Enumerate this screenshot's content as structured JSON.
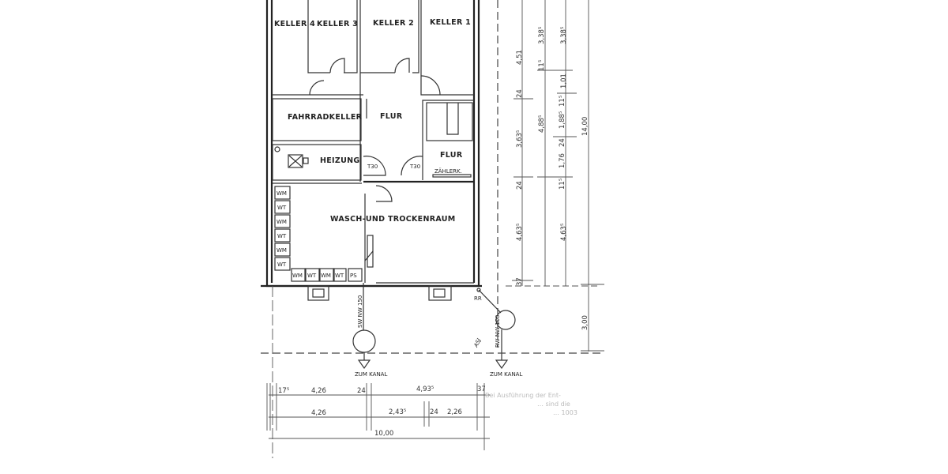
{
  "rooms": {
    "keller4": "KELLER 4",
    "keller3": "KELLER 3",
    "keller2": "KELLER 2",
    "keller1": "KELLER 1",
    "fahrradkeller": "FAHRRADKELLER",
    "flur_main": "FLUR",
    "heizung": "HEIZUNG",
    "flur_right": "FLUR",
    "zaehlerk": "ZÄHLERK.",
    "wasch": "WASCH-UND TROCKENRAUM"
  },
  "doors": {
    "t30_left": "T30",
    "t30_right": "T30"
  },
  "appliances": {
    "column": [
      "WM",
      "WT",
      "WM",
      "WT",
      "WM",
      "WT"
    ],
    "row": [
      "WM",
      "WT",
      "WM",
      "WT",
      "PS"
    ]
  },
  "drainage": {
    "sw_pipe": "SW NW 150",
    "rw_pipe": "RW NW 100",
    "rr": "RR",
    "zum_kanal_left": "ZUM KANAL",
    "zum_kanal_right": "ZUM KANAL",
    "handwritten": "ASJ"
  },
  "dimensions": {
    "right_col1": [
      "4,51",
      "24",
      "3,63⁵",
      "24",
      "4,63⁵",
      "37"
    ],
    "right_col2": [
      "3,38⁵",
      "11⁵",
      "4,88⁵",
      "1,76"
    ],
    "right_col3": [
      "3,38⁵",
      "1,01",
      "11⁵",
      "1,88⁵",
      "24",
      "11⁵",
      "4,63⁵"
    ],
    "right_total": "14,00",
    "right_outside": "3,00",
    "bottom_row1": [
      "17⁵",
      "4,26",
      "24",
      "4,93⁵",
      "37"
    ],
    "bottom_row2": [
      "4,26",
      "2,43⁵",
      "24",
      "2,26"
    ],
    "bottom_total": "10,00"
  },
  "faint_note": [
    "Bei Ausführung der Ent-",
    "… sind die",
    "… 1003"
  ]
}
